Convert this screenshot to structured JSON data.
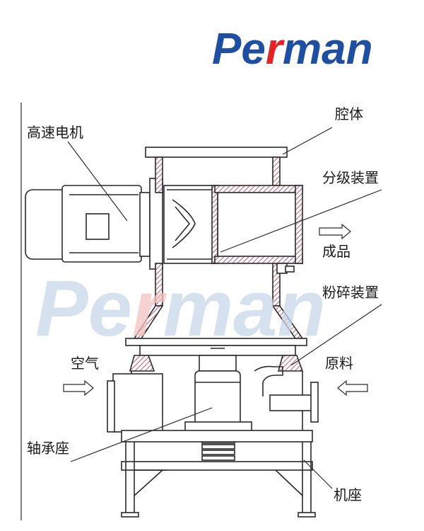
{
  "logo": {
    "text_pre": "Pe",
    "text_accent": "r",
    "text_post": "man",
    "primary_color": "#1f4fa0",
    "accent_color": "#e0242a"
  },
  "watermark": {
    "text_pre": "Pe",
    "text_accent": "r",
    "text_post": "man",
    "primary_color": "#c9d8ec",
    "accent_color": "#f3c2c2"
  },
  "labels": {
    "high_speed_motor": "高速电机",
    "chamber": "腔体",
    "classifier": "分级装置",
    "product": "成品",
    "crusher": "粉碎装置",
    "air": "空气",
    "raw_material": "原料",
    "bearing_seat": "轴承座",
    "base": "机座"
  },
  "colors": {
    "line": "#2a2a2a",
    "hatch": "#b03050",
    "fill_light": "#f4f4f4"
  }
}
